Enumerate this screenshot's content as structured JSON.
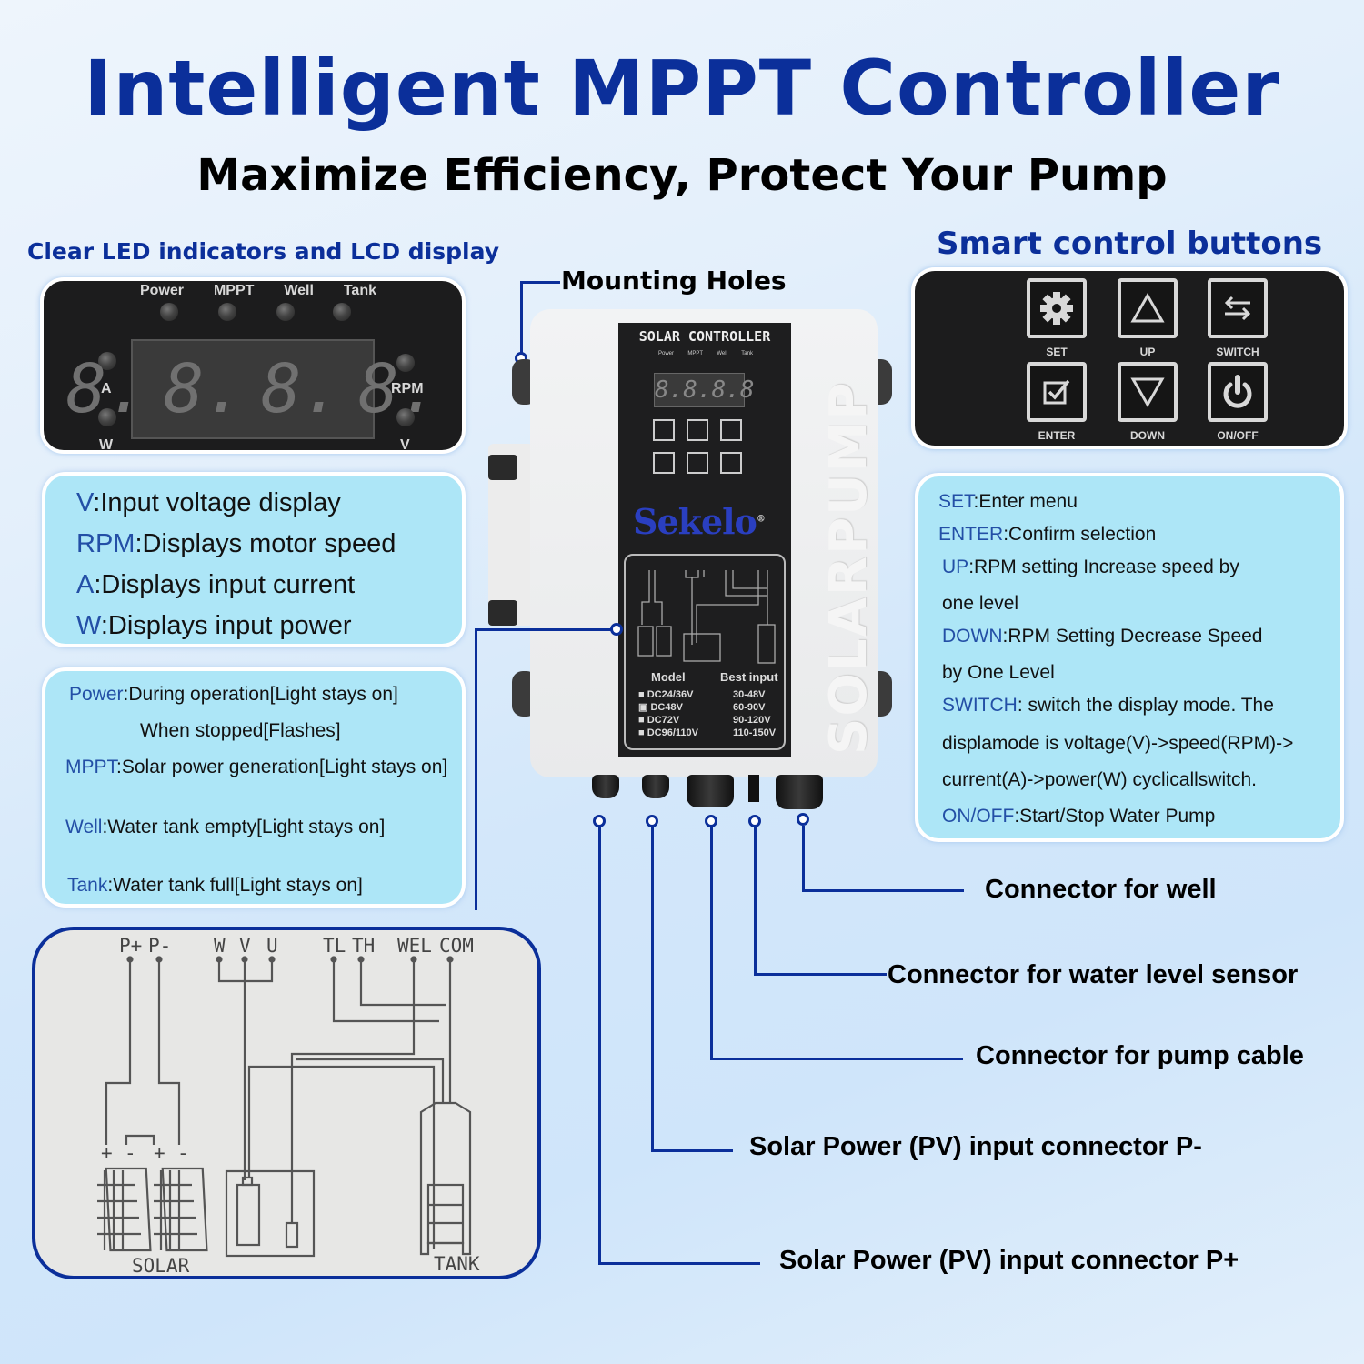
{
  "header": {
    "title": "Intelligent MPPT Controller",
    "subtitle": "Maximize Efficiency, Protect Your Pump"
  },
  "colors": {
    "brand_blue": "#0b2f9a",
    "info_box_bg": "#ade6f7",
    "key_text": "#234fa6",
    "panel_dark": "#1c1c1d"
  },
  "led_section": {
    "heading": "Clear LED indicators and LCD display",
    "top_indicators": [
      "Power",
      "MPPT",
      "Well",
      "Tank"
    ],
    "left_labels": [
      "A",
      "W"
    ],
    "right_labels": [
      "RPM",
      "V"
    ],
    "display_digits": [
      "8.",
      "8.",
      "8.",
      "8."
    ]
  },
  "display_legend": [
    {
      "key": "V",
      "text": ":Input voltage display"
    },
    {
      "key": "RPM",
      "text": ":Displays motor speed"
    },
    {
      "key": "A",
      "text": ":Displays input current"
    },
    {
      "key": "W",
      "text": ":Displays input power"
    }
  ],
  "indicator_legend": {
    "power": {
      "key": "Power",
      "text": ":During operation[Light stays on]",
      "text2": "When stopped[Flashes]"
    },
    "mppt": {
      "key": "MPPT",
      "text": ":Solar power generation[Light stays on]"
    },
    "well": {
      "key": "Well",
      "text": ":Water tank empty[Light stays on]"
    },
    "tank": {
      "key": "Tank",
      "text": ":Water tank full[Light stays on]"
    }
  },
  "buttons_section": {
    "heading": "Smart control buttons",
    "buttons": [
      {
        "label": "SET",
        "icon": "gear-icon"
      },
      {
        "label": "UP",
        "icon": "triangle-up-icon"
      },
      {
        "label": "SWITCH",
        "icon": "swap-arrows-icon"
      },
      {
        "label": "ENTER",
        "icon": "checkbox-icon"
      },
      {
        "label": "DOWN",
        "icon": "triangle-down-icon"
      },
      {
        "label": "ON/OFF",
        "icon": "power-icon"
      }
    ]
  },
  "button_legend": [
    {
      "key": "SET",
      "text": ":Enter menu"
    },
    {
      "key": "ENTER",
      "text": ":Confirm selection"
    },
    {
      "key": "UP",
      "text": ":RPM setting Increase speed by",
      "cont": "one level"
    },
    {
      "key": "DOWN",
      "text": ":RPM Setting Decrease Speed",
      "cont": "by One Level"
    },
    {
      "key": "SWITCH",
      "text": ": switch the display mode. The",
      "cont": "displamode is voltage(V)->speed(RPM)->",
      "cont2": "current(A)->power(W) cyclicallswitch."
    },
    {
      "key": "ON/OFF",
      "text": ":Start/Stop Water Pump"
    }
  ],
  "device": {
    "mounting_label": "Mounting Holes",
    "faceplate_title": "SOLAR  CONTROLLER",
    "side_text": "SOLARPUMP",
    "brand": "Sekelo",
    "registered": "®",
    "model_header": "Model",
    "input_header": "Best input",
    "models": [
      {
        "model": "DC24/36V",
        "input": "30-48V",
        "checked": false
      },
      {
        "model": "DC48V",
        "input": "60-90V",
        "checked": true
      },
      {
        "model": "DC72V",
        "input": "90-120V",
        "checked": false
      },
      {
        "model": "DC96/110V",
        "input": "110-150V",
        "checked": false
      }
    ]
  },
  "connectors": [
    {
      "label": "Connector for well"
    },
    {
      "label": "Connector for water level sensor"
    },
    {
      "label": "Connector for pump cable"
    },
    {
      "label": "Solar Power (PV) input connector P-"
    },
    {
      "label": "Solar Power (PV) input connector P+"
    }
  ],
  "wiring_diagram": {
    "terminals": [
      "P+",
      "P-",
      "W",
      "V",
      "U",
      "TL",
      "TH",
      "WEL",
      "COM"
    ],
    "panel_polarity": [
      "+",
      "-",
      "+",
      "-"
    ],
    "solar_label": "SOLAR",
    "tank_label": "TANK"
  }
}
